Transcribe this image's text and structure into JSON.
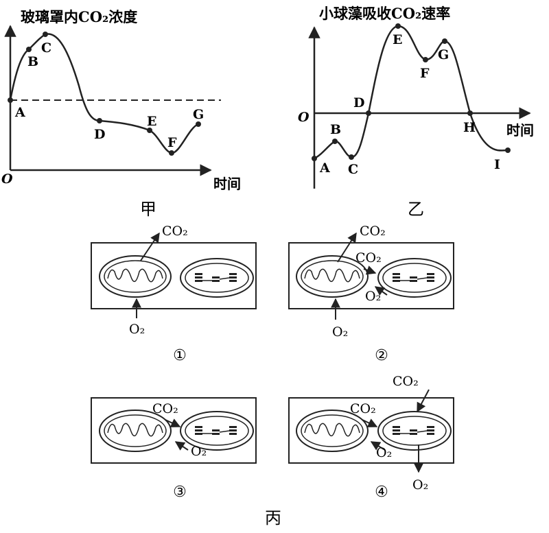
{
  "charts": [
    {
      "id": "jia",
      "panel_label": "甲",
      "title": "玻璃罩内CO₂浓度",
      "origin_label": "O",
      "xlabel": "时间",
      "points": [
        {
          "label": "A"
        },
        {
          "label": "B"
        },
        {
          "label": "C"
        },
        {
          "label": "D"
        },
        {
          "label": "E"
        },
        {
          "label": "F"
        },
        {
          "label": "G"
        }
      ]
    },
    {
      "id": "yi",
      "panel_label": "乙",
      "title": "小球藻吸收CO₂速率",
      "origin_label": "O",
      "xlabel": "时间",
      "points": [
        {
          "label": "A"
        },
        {
          "label": "B"
        },
        {
          "label": "C"
        },
        {
          "label": "D"
        },
        {
          "label": "E"
        },
        {
          "label": "F"
        },
        {
          "label": "G"
        },
        {
          "label": "H"
        },
        {
          "label": "I"
        }
      ]
    }
  ],
  "bing": {
    "panel_label": "丙",
    "cells": [
      {
        "number": "①",
        "co2_label": "CO₂",
        "o2_label": "O₂"
      },
      {
        "number": "②",
        "co2_out_label": "CO₂",
        "co2_transfer_label": "CO₂",
        "o2_transfer_label": "O₂",
        "o2_in_label": "O₂"
      },
      {
        "number": "③",
        "co2_transfer_label": "CO₂",
        "o2_transfer_label": "O₂"
      },
      {
        "number": "④",
        "co2_in_label": "CO₂",
        "co2_transfer_label": "CO₂",
        "o2_transfer_label": "O₂",
        "o2_out_label": "O₂"
      }
    ]
  }
}
